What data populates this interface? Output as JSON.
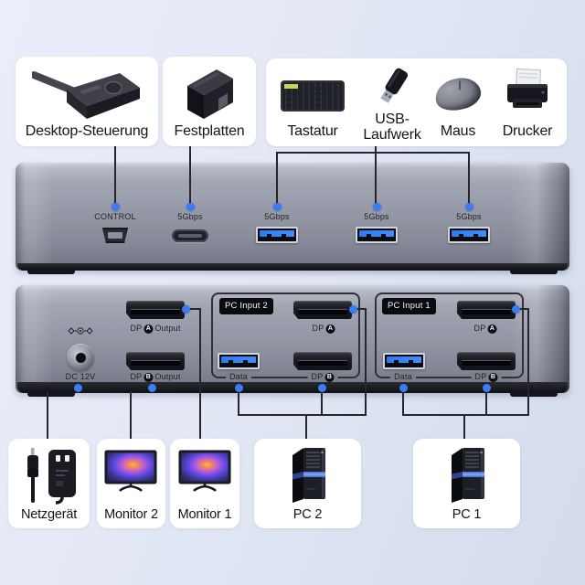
{
  "colors": {
    "accent_blue": "#3b7cf5",
    "connector_line": "#26272c",
    "panel_metal": "#999caa",
    "card_background": "#ffffff",
    "badge_background": "#0b0c10",
    "badge_text": "#ffffff"
  },
  "top_cards": {
    "desktop_control": "Desktop-Steuerung",
    "hard_drive": "Festplatten",
    "keyboard": "Tastatur",
    "usb_drive_line1": "USB-",
    "usb_drive_line2": "Laufwerk",
    "mouse": "Maus",
    "printer": "Drucker"
  },
  "front_panel": {
    "control": "CONTROL",
    "usb_c_speed": "5Gbps",
    "usb_a_speed_1": "5Gbps",
    "usb_a_speed_2": "5Gbps",
    "usb_a_speed_3": "5Gbps"
  },
  "back_panel": {
    "dc": "DC 12V",
    "dp_prefix": "DP",
    "letter_a": "A",
    "letter_b": "B",
    "output_suffix": "Output",
    "badge_pc2": "PC Input 2",
    "badge_pc1": "PC Input 1",
    "data_label": "Data"
  },
  "bottom_cards": {
    "power_adapter": "Netzgerät",
    "monitor_2": "Monitor 2",
    "monitor_1": "Monitor 1",
    "pc_2": "PC 2",
    "pc_1": "PC 1"
  }
}
